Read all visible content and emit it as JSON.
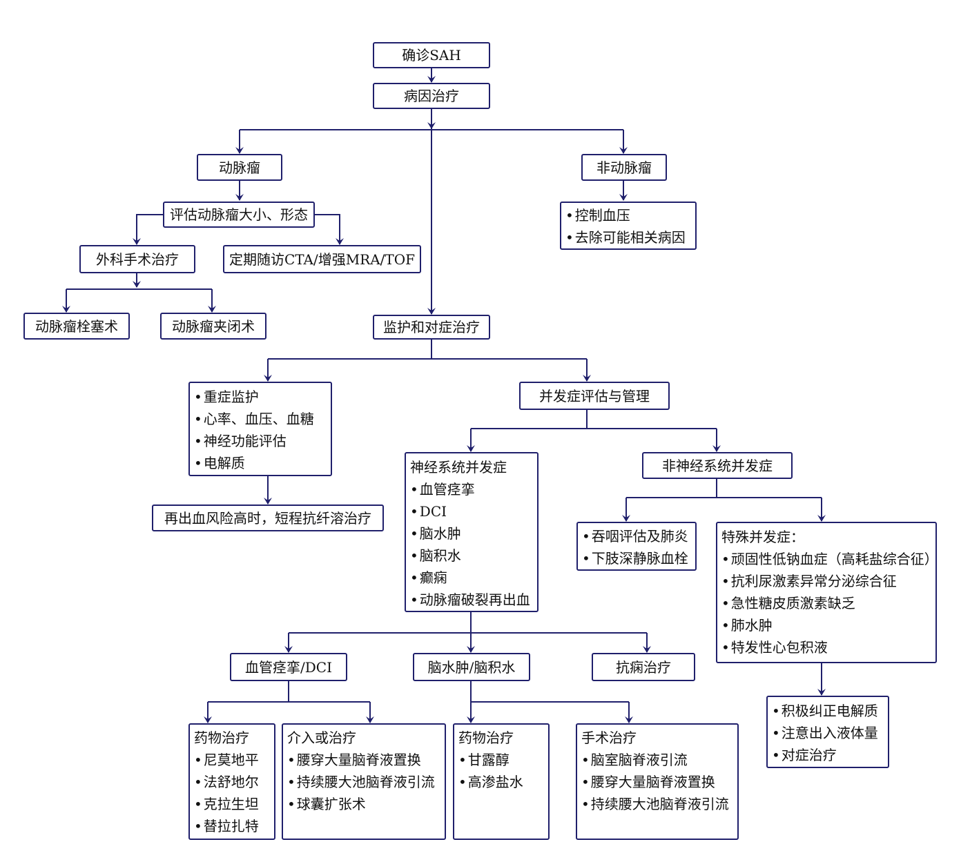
{
  "nodes": {
    "sah": "确诊SAH",
    "etiology": "病因治疗",
    "aneurysm": "动脉瘤",
    "non_aneurysm": "非动脉瘤",
    "assess": "评估动脉瘤大小、形态",
    "surgery": "外科手术治疗",
    "followup": "定期随访CTA/增强MRA/TOF",
    "embolization": "动脉瘤栓塞术",
    "clipping": "动脉瘤夹闭术",
    "non_aneurysm_list": [
      "控制血压",
      "去除可能相关病因"
    ],
    "monitor": "监护和对症治疗",
    "monitor_list": [
      "重症监护",
      "心率、血压、血糖",
      "神经功能评估",
      "电解质"
    ],
    "complications": "并发症评估与管理",
    "rebleed": "再出血风险高时，短程抗纤溶治疗",
    "neuro": {
      "title": "神经系统并发症",
      "items": [
        "血管痉挛",
        "DCI",
        "脑水肿",
        "脑积水",
        "癫痫",
        "动脉瘤破裂再出血"
      ]
    },
    "non_neuro": "非神经系统并发症",
    "swallow_list": [
      "吞咽评估及肺炎",
      "下肢深静脉血栓"
    ],
    "special": {
      "title": "特殊并发症：",
      "items": [
        "顽固性低钠血症（高耗盐综合征）",
        "抗利尿激素异常分泌综合征",
        "急性糖皮质激素缺乏",
        "肺水肿",
        "特发性心包积液"
      ]
    },
    "electrolyte_list": [
      "积极纠正电解质",
      "注意出入液体量",
      "对症治疗"
    ],
    "vasospasm": "血管痉挛/DCI",
    "edema": "脑水肿/脑积水",
    "epilepsy": "抗痫治疗",
    "drug1": {
      "title": "药物治疗",
      "items": [
        "尼莫地平",
        "法舒地尔",
        "克拉生坦",
        "替拉扎特"
      ]
    },
    "intervention": {
      "title": "介入或治疗",
      "items": [
        "腰穿大量脑脊液置换",
        "持续腰大池脑脊液引流",
        "球囊扩张术"
      ]
    },
    "drug2": {
      "title": "药物治疗",
      "items": [
        "甘露醇",
        "高渗盐水"
      ]
    },
    "surgery2": {
      "title": "手术治疗",
      "items": [
        "脑室脑脊液引流",
        "腰穿大量脑脊液置换",
        "持续腰大池脑脊液引流"
      ]
    }
  },
  "colors": {
    "line": "#1f1f6b",
    "text": "#111111"
  }
}
